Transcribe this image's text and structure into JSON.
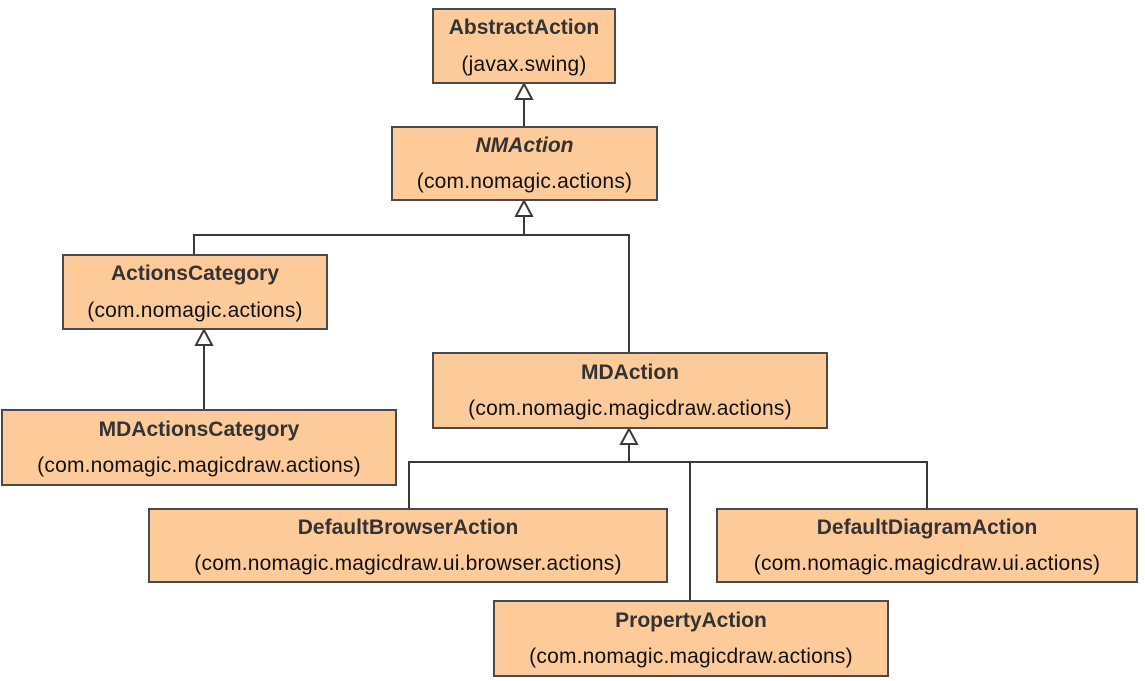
{
  "classes": {
    "abstract_action": {
      "name": "AbstractAction",
      "package": "(javax.swing)"
    },
    "nm_action": {
      "name": "NMAction",
      "package": "(com.nomagic.actions)"
    },
    "actions_category": {
      "name": "ActionsCategory",
      "package": "(com.nomagic.actions)"
    },
    "md_actions_category": {
      "name": "MDActionsCategory",
      "package": "(com.nomagic.magicdraw.actions)"
    },
    "md_action": {
      "name": "MDAction",
      "package": "(com.nomagic.magicdraw.actions)"
    },
    "default_browser_action": {
      "name": "DefaultBrowserAction",
      "package": "(com.nomagic.magicdraw.ui.browser.actions)"
    },
    "default_diagram_action": {
      "name": "DefaultDiagramAction",
      "package": "(com.nomagic.magicdraw.ui.actions)"
    },
    "property_action": {
      "name": "PropertyAction",
      "package": "(com.nomagic.magicdraw.actions)"
    }
  },
  "colors": {
    "class_fill": "#fdca9a",
    "border": "#4a4a4a",
    "line": "#3a3a3a"
  }
}
